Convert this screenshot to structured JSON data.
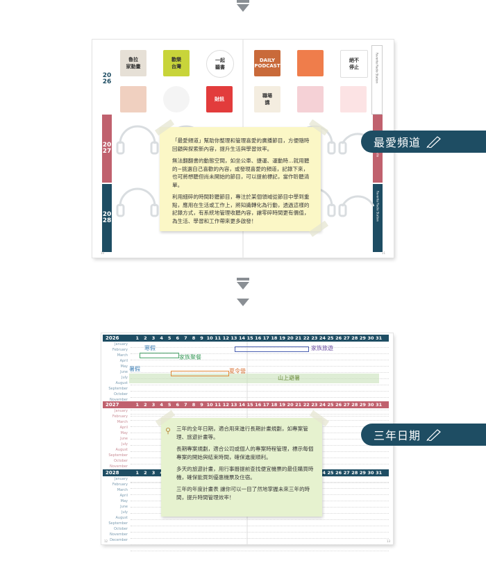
{
  "top_spread": {
    "year_tabs": [
      {
        "label": "20\n26",
        "color": "#1e4d63"
      },
      {
        "label": "20\n27",
        "color": "#ffffff"
      },
      {
        "label": "20\n28",
        "color": "#ffffff"
      }
    ],
    "side_labels": [
      "Favorite Radio Station",
      "Radio",
      "Favorite Radio Station"
    ],
    "podcast_tiles": [
      {
        "text": "魯拉\n家動畫",
        "bg": "#e6e0d6"
      },
      {
        "text": "歡樂\n台灣",
        "bg": "#c8d43a"
      },
      {
        "text": "一起\n聽書",
        "bg": "#ffffff"
      },
      {
        "text": "DAILY\nPODCAST",
        "bg": "#c96a3a"
      },
      {
        "text": "",
        "bg": "#ef7d4b"
      },
      {
        "text": "絕不\n停止",
        "bg": "#ffffff"
      },
      {
        "text": "",
        "bg": "#f0d0c0"
      },
      {
        "text": "",
        "bg": "#f4f4f4"
      },
      {
        "text": "財訊",
        "bg": "#e23c3c"
      },
      {
        "text": "職場\n講",
        "bg": "#f4ede0"
      },
      {
        "text": "",
        "bg": "#f5d1d6"
      },
      {
        "text": "",
        "bg": "#fce3e4"
      }
    ],
    "page_numbers": [
      "10",
      "11"
    ],
    "note_paragraphs": [
      "「最愛頻道」幫助你整理和管理喜愛的廣播節目，方便隨時回顧與探索新內容，提升生活與學習效率。",
      "無法翻翻書的動態空間，如坐公車、捷運、運動時…就用聽的~挑選自己喜歡的內容，或發現喜愛的頻道，記錄下來，也可將想聽但尚未開始的節目，可以提前標記，當作聆聽清單。",
      "利用細碎的時間聆聽節目，專注於某個領域從節目中學到重點，應用在生活或工作上，將知識轉化為行動，透過這樣的記錄方式，有系統地管理收聽內容，讓零碎時間更有價值，為生活、學習和工作帶來更多啟發！"
    ],
    "tag_label": "最愛頻道"
  },
  "bottom_spread": {
    "years": [
      "2026",
      "2027",
      "2028"
    ],
    "days": [
      "1",
      "2",
      "3",
      "4",
      "5",
      "6",
      "7",
      "8",
      "9",
      "10",
      "11",
      "12",
      "13",
      "14",
      "15",
      "16",
      "17",
      "18",
      "19",
      "20",
      "21",
      "22",
      "23",
      "24",
      "25",
      "26",
      "27",
      "28",
      "29",
      "30",
      "31"
    ],
    "months": [
      "January",
      "February",
      "March",
      "April",
      "May",
      "June",
      "July",
      "August",
      "September",
      "October",
      "November",
      "December"
    ],
    "handwriting": [
      "寒假",
      "家族旅遊",
      "家族聚餐",
      "暑假",
      "夏令營",
      "山上避暑"
    ],
    "note_paragraphs": [
      "三年的全年日期，適合用來進行長期計畫規劃，如專案管理、旅遊計畫等。",
      "長期專案規劃，適合公司或個人的專案時程管理，標示每個專案的開始與結束時間，確保進度順利。",
      "多天的旅遊計畫，用行事曆提前查找便宜機票的最佳購買時機，確保能買到優惠機票及住宿。",
      "三年的年度計畫表 讓你可以一目了然地掌握未來三年的時間，提升時間管理效率！"
    ],
    "page_numbers": [
      "12",
      "13"
    ],
    "tag_label": "三年日期"
  },
  "colors": {
    "navy": "#1e4d63",
    "rose": "#c0616e",
    "note": "#fbf7c6",
    "note_green": "#e6f2cf"
  }
}
